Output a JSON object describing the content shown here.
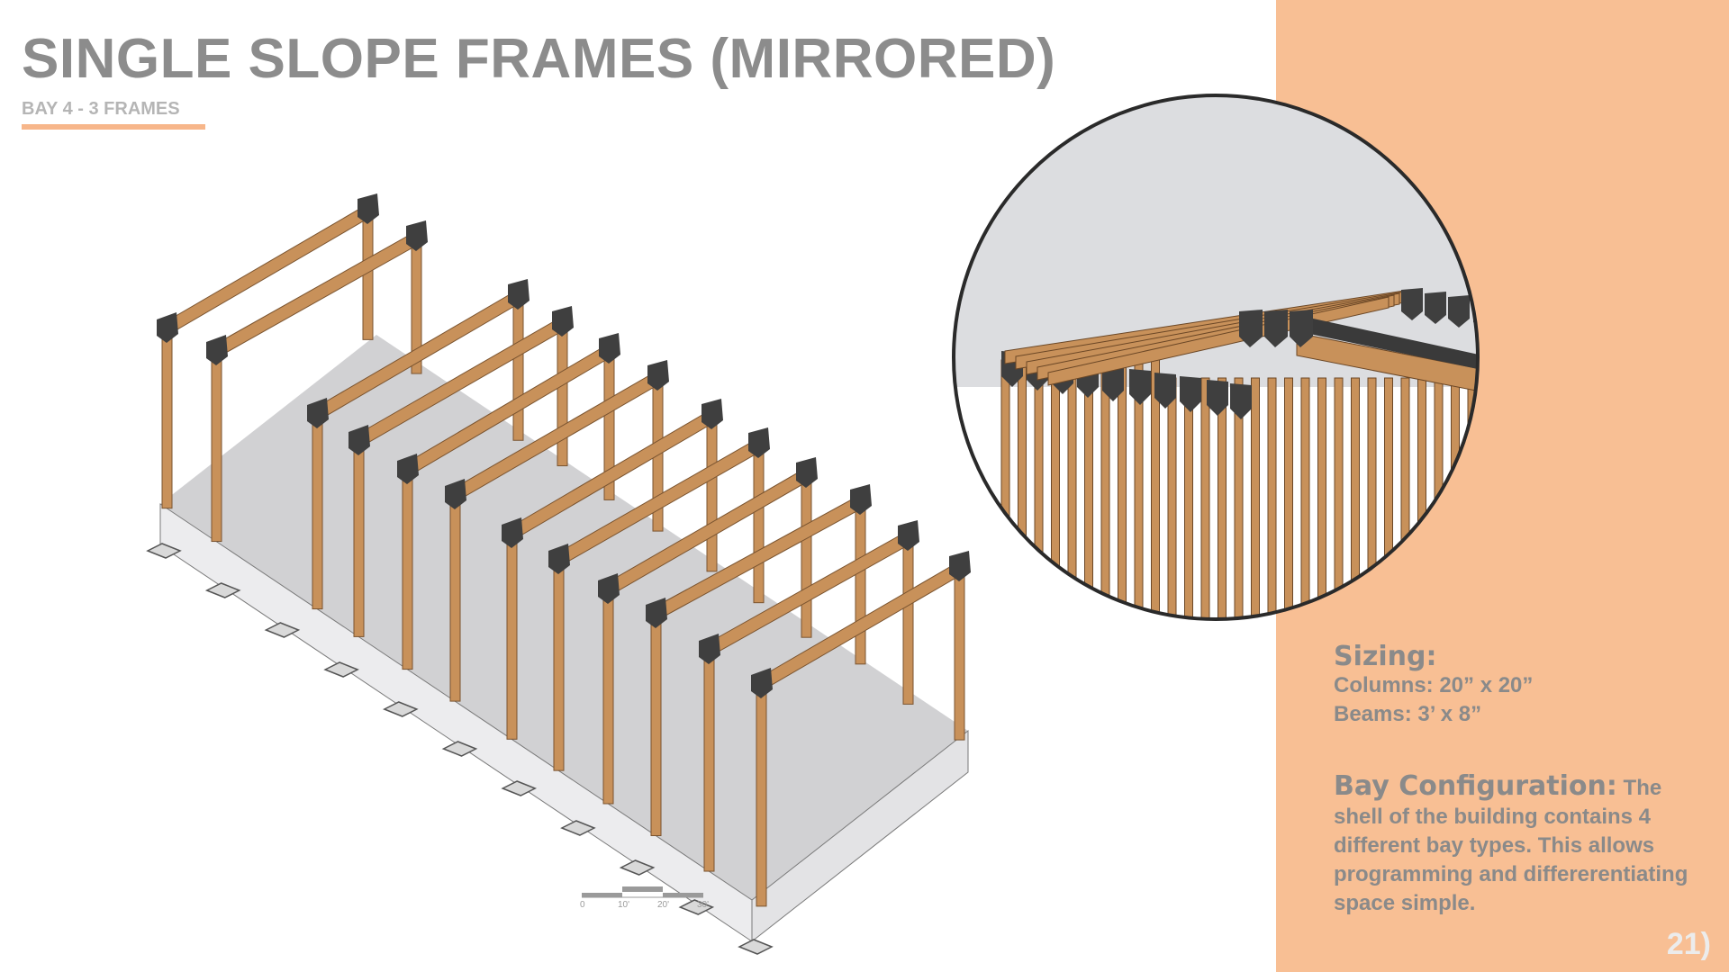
{
  "header": {
    "title": "SINGLE SLOPE FRAMES (MIRRORED)",
    "subtitle": "BAY 4 - 3 FRAMES"
  },
  "sizing": {
    "heading": "Sizing:",
    "columns": "Columns: 20” x 20”",
    "beams": "Beams: 3’ x 8”"
  },
  "bay_configuration": {
    "heading": "Bay Configuration:",
    "text": "The shell of the building contains 4 different bay types. This allows programming and differerentiating space simple."
  },
  "scale_bar": {
    "labels": [
      "0",
      "10'",
      "20'",
      "30'"
    ]
  },
  "page_number": "21)",
  "colors": {
    "accent": "#f8bf94",
    "underline": "#f7b68a",
    "wood": "#c8915a",
    "joint": "#3f3f3f",
    "slab": "#d1d1d3",
    "title_text": "#8c8c8c"
  }
}
